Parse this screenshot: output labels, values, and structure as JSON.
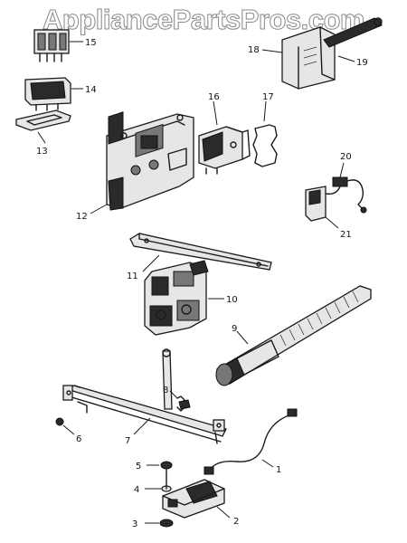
{
  "watermark": {
    "text": "AppliancePartsPros.com"
  },
  "callouts": [
    "1",
    "2",
    "3",
    "4",
    "5",
    "6",
    "7",
    "8",
    "9",
    "10",
    "11",
    "12",
    "13",
    "14",
    "15",
    "16",
    "17",
    "18",
    "19",
    "20",
    "21"
  ],
  "colors": {
    "ink": "#1a1a1a",
    "paper": "#ffffff",
    "watermark_stroke": "#8a8a8a"
  }
}
